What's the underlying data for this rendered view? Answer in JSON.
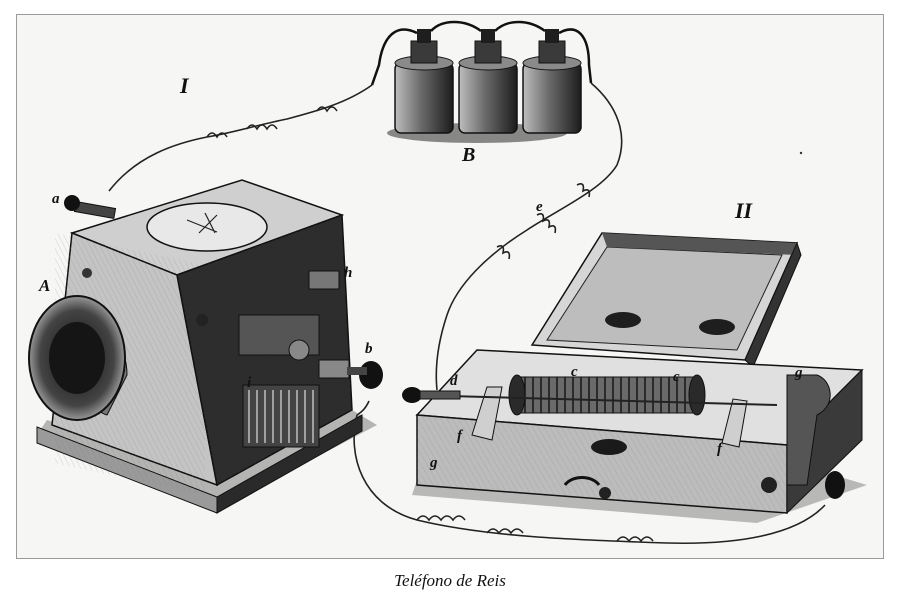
{
  "figure": {
    "labels": {
      "part_one": "I",
      "part_two": "II",
      "battery": "B",
      "a": "a",
      "A": "A",
      "h": "h",
      "i": "i",
      "b": "b",
      "e": "e",
      "d": "d",
      "c1": "c",
      "c2": "c",
      "f1": "f",
      "f2": "f",
      "g1": "g",
      "g2": "g"
    }
  },
  "caption": "Teléfono de Reis"
}
